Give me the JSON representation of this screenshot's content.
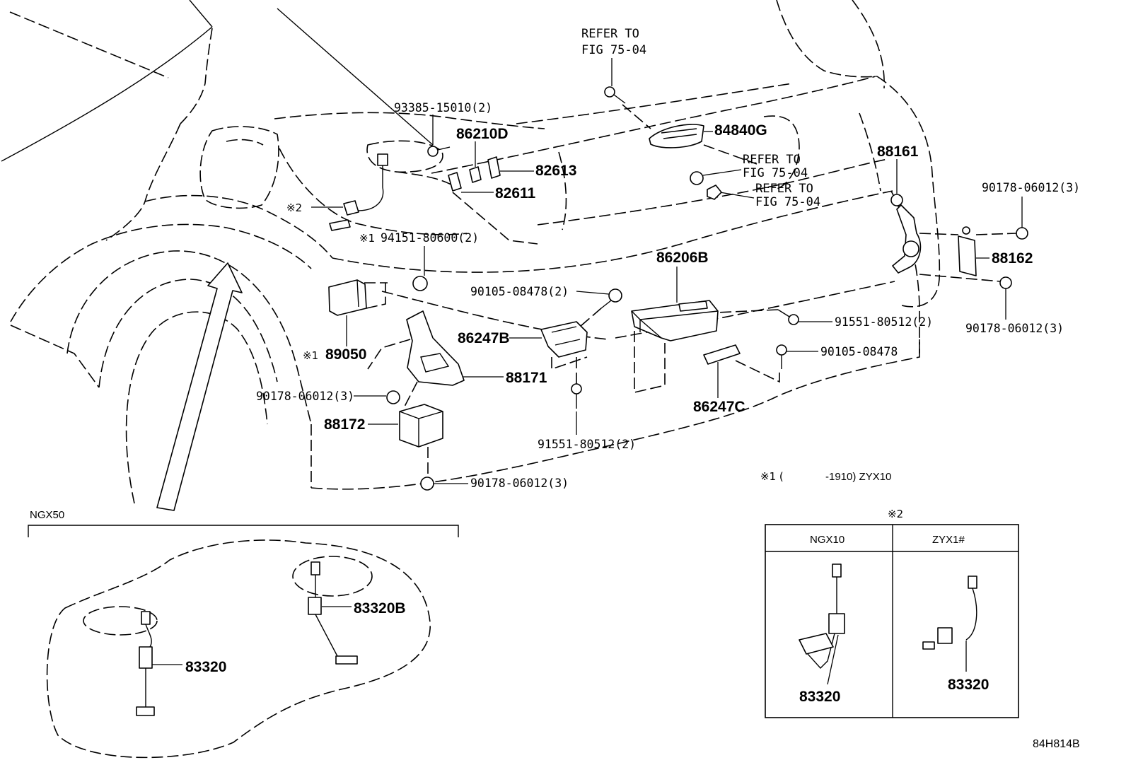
{
  "figure": {
    "code": "84H814B",
    "note": {
      "prefix": "※1 (",
      "suffix": "-1910) ZYX10"
    }
  },
  "refs": [
    {
      "line1": "REFER TO",
      "line2": "FIG 75-04"
    },
    {
      "line1": "REFER TO",
      "line2": "FIG 75-04"
    },
    {
      "line1": "REFER TO",
      "line2": "FIG 75-04"
    }
  ],
  "callouts": {
    "bolt_93385": "93385-15010(2)",
    "clip_86210D": "86210D",
    "switch_84840G": "84840G",
    "sensor_88161": "88161",
    "clip_82613": "82613",
    "clip_82611": "82611",
    "nut_90178_a": "90178-06012(3)",
    "mark2": "※2",
    "mark1_a": "※1",
    "bolt_94151": "94151-80600(2)",
    "module_86206B": "86206B",
    "module_88162": "88162",
    "bolt_90105_2": "90105-08478(2)",
    "bolt_91551_a": "91551-80512(2)",
    "nut_90178_b": "90178-06012(3)",
    "bracket_86247B": "86247B",
    "mark1_b": "※1",
    "ecu_89050": "89050",
    "bolt_90105": "90105-08478",
    "bracket_88171": "88171",
    "nut_90178_c": "90178-06012(3)",
    "bracket_86247C": "86247C",
    "sensor_88172": "88172",
    "bolt_91551_b": "91551-80512(2)",
    "nut_90178_d": "90178-06012(3)"
  },
  "inset_ngx50": {
    "title": "NGX50",
    "parts": [
      "83320B",
      "83320"
    ]
  },
  "inset_variants": {
    "mark": "※2",
    "columns": [
      {
        "header": "NGX10",
        "part": "83320"
      },
      {
        "header": "ZYX1#",
        "part": "83320"
      }
    ]
  }
}
